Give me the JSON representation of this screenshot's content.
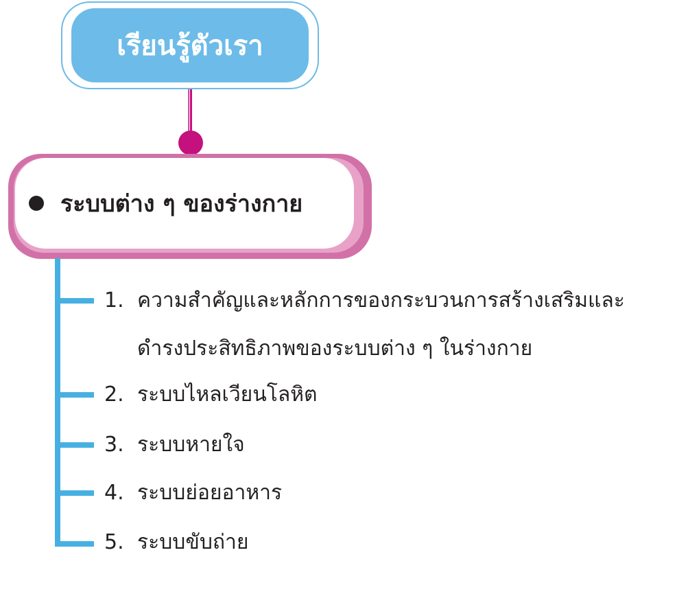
{
  "title": "เรียนรู้ตัวเรา",
  "section": {
    "label": "ระบบต่าง ๆ ของร่างกาย"
  },
  "items": [
    {
      "number": "1.",
      "line1": "ความสำคัญและหลักการของกระบวนการสร้างเสริมและ",
      "line2": "ดำรงประสิทธิภาพของระบบต่าง ๆ ในร่างกาย"
    },
    {
      "number": "2.",
      "line1": "ระบบไหลเวียนโลหิต"
    },
    {
      "number": "3.",
      "line1": "ระบบหายใจ"
    },
    {
      "number": "4.",
      "line1": "ระบบย่อยอาหาร"
    },
    {
      "number": "5.",
      "line1": "ระบบขับถ่าย"
    }
  ],
  "colors": {
    "title_fill": "#6dbbe8",
    "connector": "#c4117e",
    "section_border": "#d271a7",
    "tree": "#47b0e2",
    "text": "#231f20"
  }
}
